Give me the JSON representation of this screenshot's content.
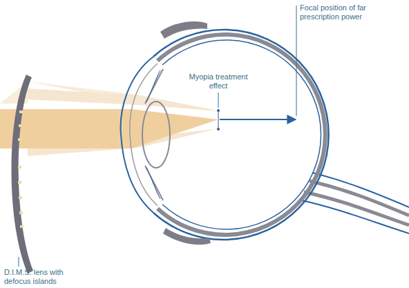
{
  "diagram": {
    "labels": [
      "Focal position of far prescription power",
      "Myopia treatment effect",
      "D.I.M.S. lens with defocus islands"
    ]
  }
}
